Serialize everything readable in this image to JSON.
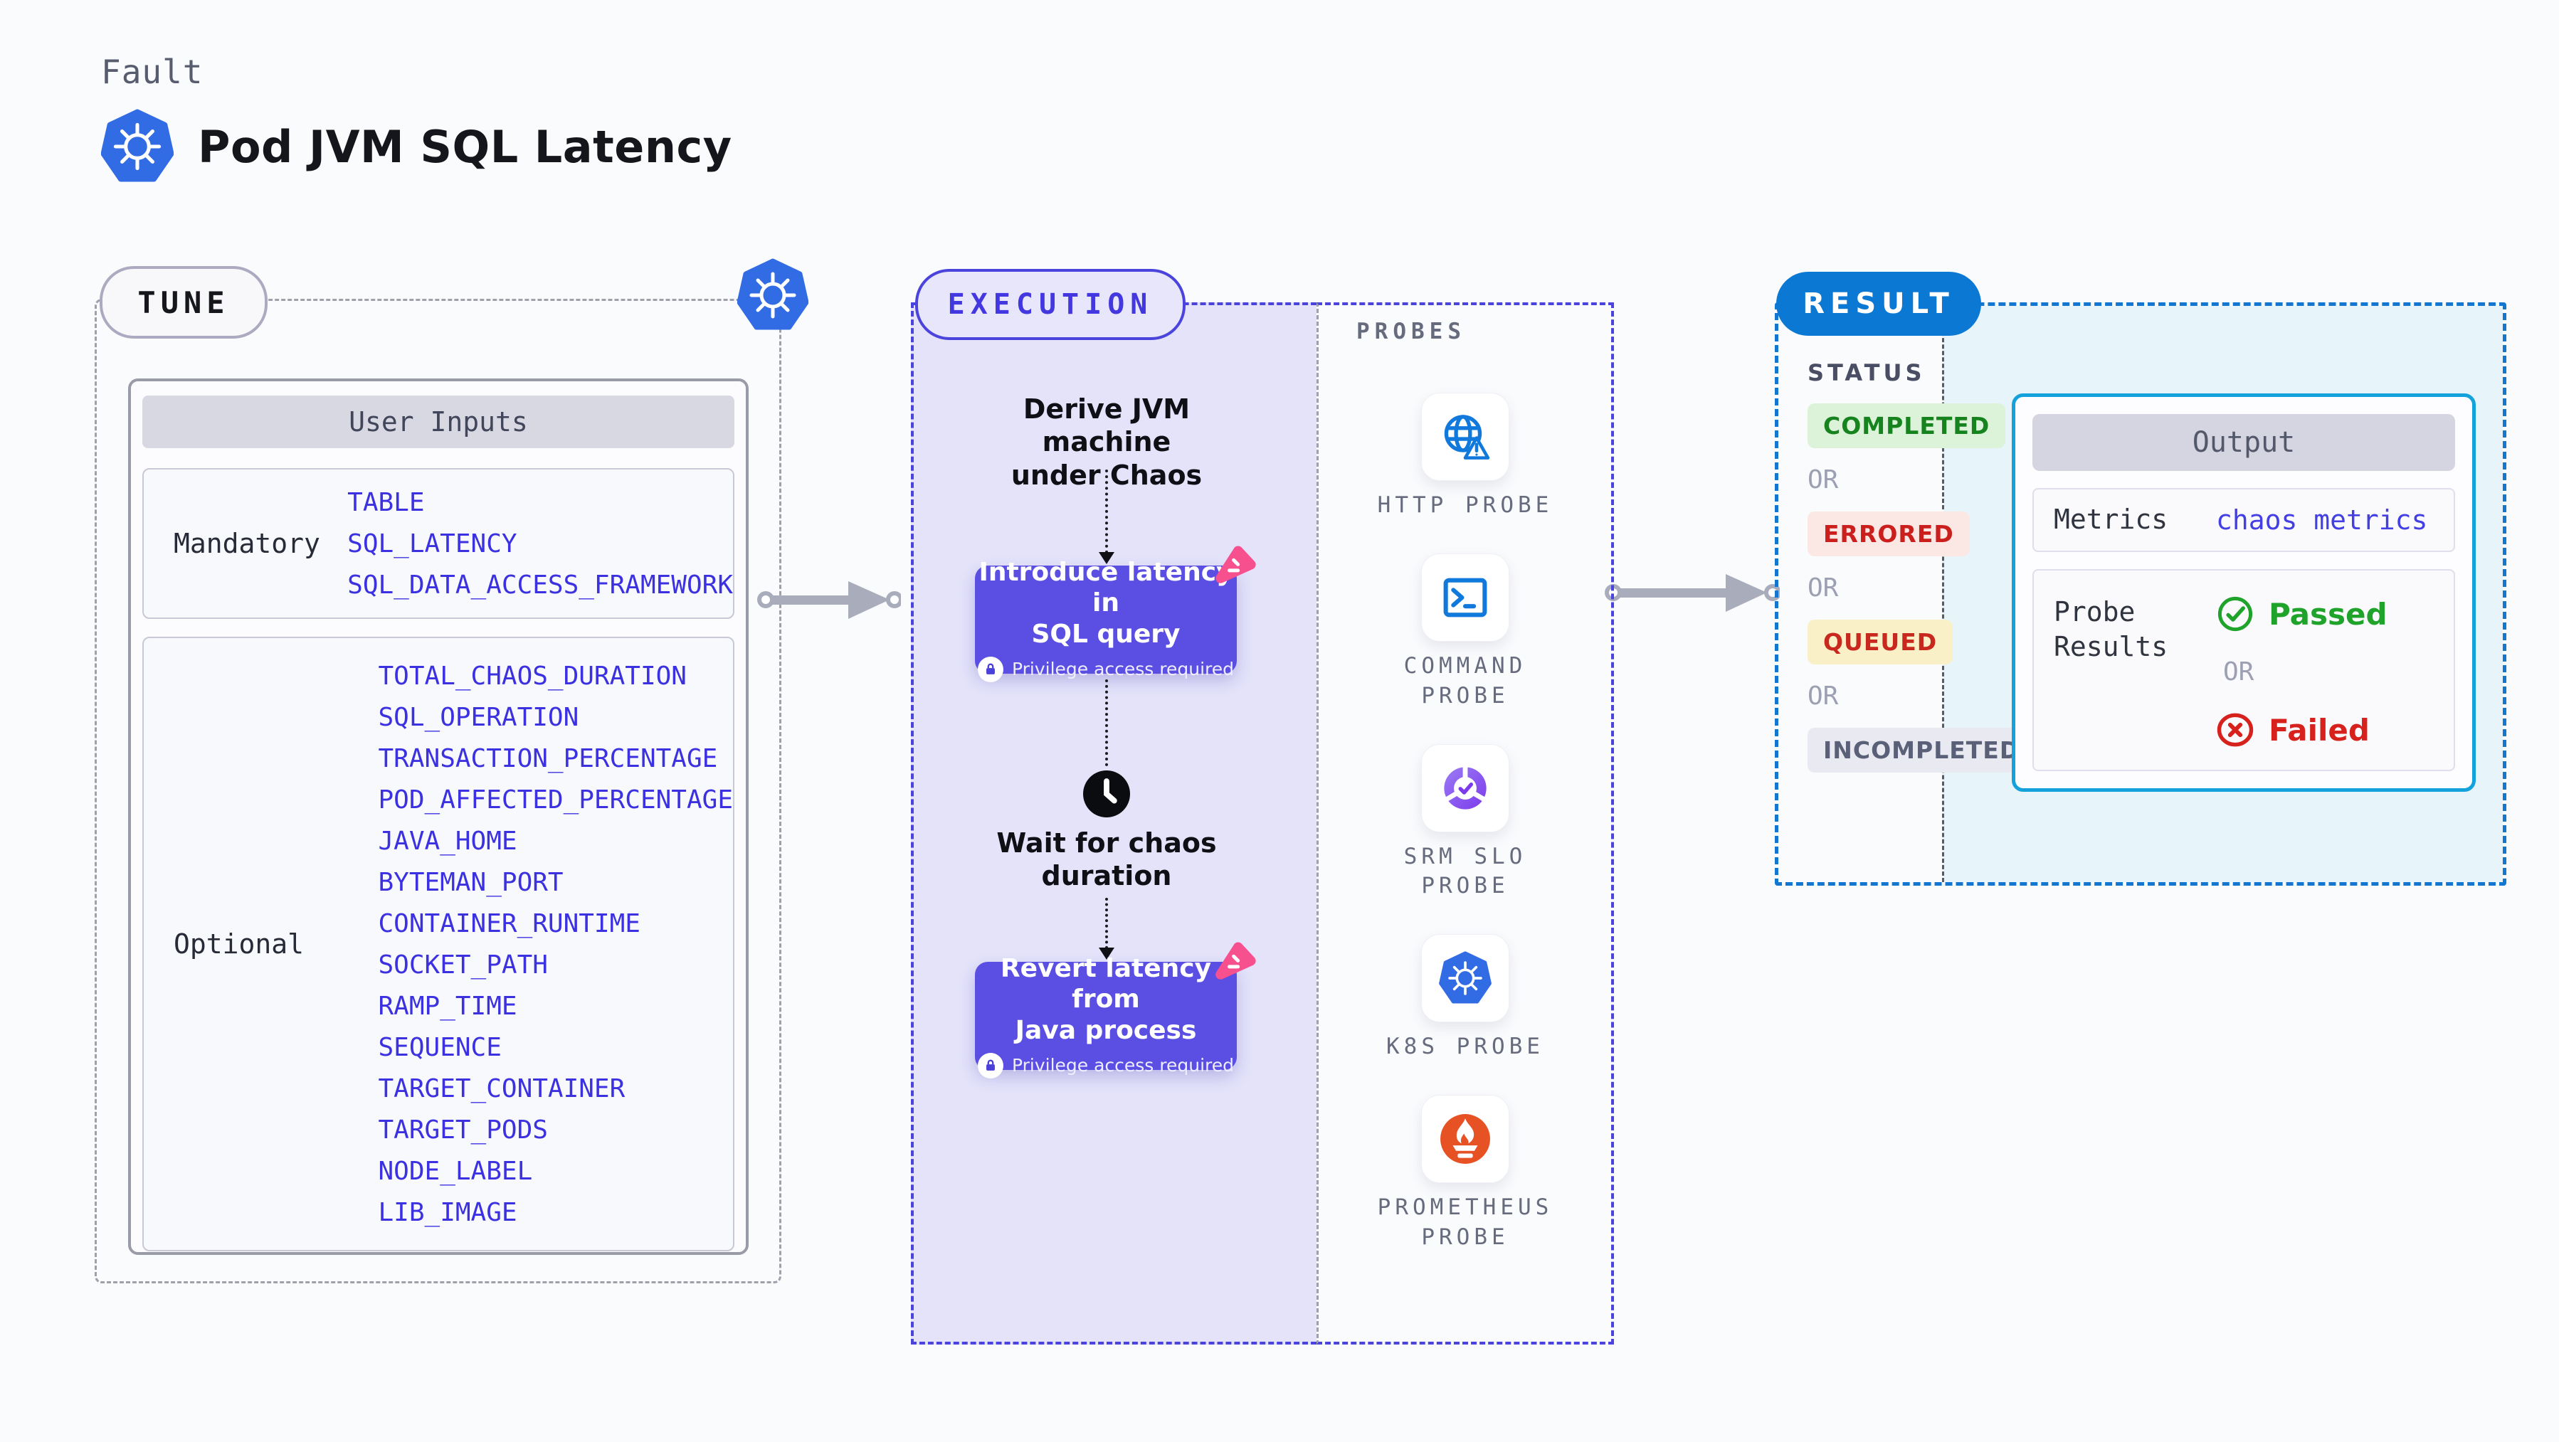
{
  "page": {
    "kind_label": "Fault",
    "title": "Pod JVM SQL Latency"
  },
  "tune": {
    "badge": "TUNE",
    "table": {
      "header": "User Inputs",
      "groups": [
        {
          "label": "Mandatory",
          "items": [
            "TABLE",
            "SQL_LATENCY",
            "SQL_DATA_ACCESS_FRAMEWORK"
          ]
        },
        {
          "label": "Optional",
          "items": [
            "TOTAL_CHAOS_DURATION",
            "SQL_OPERATION",
            "TRANSACTION_PERCENTAGE",
            "POD_AFFECTED_PERCENTAGE",
            "JAVA_HOME",
            "BYTEMAN_PORT",
            "CONTAINER_RUNTIME",
            "SOCKET_PATH",
            "RAMP_TIME",
            "SEQUENCE",
            "TARGET_CONTAINER",
            "TARGET_PODS",
            "NODE_LABEL",
            "LIB_IMAGE"
          ]
        }
      ]
    }
  },
  "execution": {
    "badge": "EXECUTION",
    "steps": {
      "derive": "Derive JVM machine\nunder Chaos",
      "introduce": {
        "title": "Introduce latency in\nSQL query",
        "note": "Privilege access required"
      },
      "wait": "Wait for chaos\nduration",
      "revert": {
        "title": "Revert latency from\nJava process",
        "note": "Privilege access required"
      }
    }
  },
  "probes": {
    "label": "PROBES",
    "items": [
      {
        "label": "HTTP PROBE",
        "icon": "globe-alert-icon"
      },
      {
        "label": "COMMAND\nPROBE",
        "icon": "terminal-icon"
      },
      {
        "label": "SRM SLO\nPROBE",
        "icon": "slo-donut-icon"
      },
      {
        "label": "K8S PROBE",
        "icon": "kubernetes-icon"
      },
      {
        "label": "PROMETHEUS\nPROBE",
        "icon": "prometheus-icon"
      }
    ]
  },
  "result": {
    "badge": "RESULT",
    "status": {
      "label": "STATUS",
      "or_label": "OR",
      "items": [
        {
          "text": "COMPLETED",
          "type": "success"
        },
        {
          "text": "ERRORED",
          "type": "error"
        },
        {
          "text": "QUEUED",
          "type": "warning"
        },
        {
          "text": "INCOMPLETED",
          "type": "neutral"
        }
      ]
    },
    "output": {
      "header": "Output",
      "metrics_label": "Metrics",
      "metrics_value": "chaos metrics",
      "probe_results_label": "Probe\nResults",
      "passed": "Passed",
      "or_label": "OR",
      "failed": "Failed"
    }
  },
  "colors": {
    "kubernetes_blue": "#326CE5",
    "primary_indigo": "#4B44DC",
    "step_purple": "#5A4FE2",
    "chaos_pink": "#F6518E",
    "lavender_panel": "#E4E3FA",
    "result_blue": "#0B79D4",
    "output_border_cyan": "#14A2DC",
    "result_cyan_bg": "#E7F5FB",
    "success_green": "#1FA32B",
    "error_red": "#D6211C",
    "probe_icon_blue": "#1079DB",
    "prometheus_orange": "#E75225",
    "srm_purple": "#7C3BEB"
  }
}
